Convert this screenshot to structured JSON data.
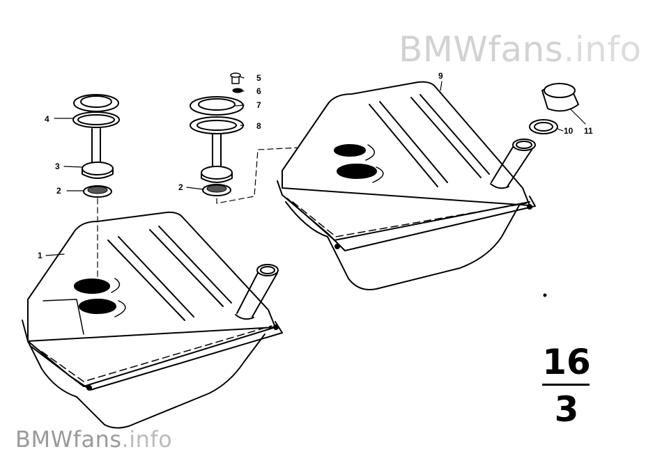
{
  "watermark": {
    "brand": "BMWfans",
    "suffix": ".info"
  },
  "page_number": {
    "group": "16",
    "sub": "3"
  },
  "callouts": {
    "c1": "1",
    "c2a": "2",
    "c2b": "2",
    "c3": "3",
    "c4": "4",
    "c5": "5",
    "c6": "6",
    "c7": "7",
    "c8": "8",
    "c9": "9",
    "c10": "10",
    "c11": "11"
  }
}
